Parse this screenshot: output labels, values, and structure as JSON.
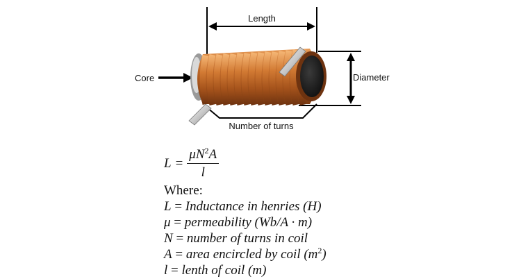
{
  "labels": {
    "length": "Length",
    "diameter": "Diameter",
    "core": "Core",
    "turns": "Number of turns"
  },
  "formula": {
    "lhs": "L",
    "equals": "=",
    "numerator_mu": "μ",
    "numerator_n": "N",
    "numerator_exp": "2",
    "numerator_a": "A",
    "denominator": "l",
    "where": "Where:"
  },
  "definitions": [
    {
      "symbol": "L",
      "text": "Inductance in henries",
      "unit": "(H)",
      "unit_sup": ""
    },
    {
      "symbol": "μ",
      "text": "permeability",
      "unit": "(Wb/A · m)",
      "unit_sup": ""
    },
    {
      "symbol": "N",
      "text": "number of turns in coil",
      "unit": "",
      "unit_sup": ""
    },
    {
      "symbol": "A",
      "text": "area encircled by coil",
      "unit": "(m",
      "unit_sup": "2",
      "unit_tail": ")"
    },
    {
      "symbol": "l",
      "text": "lenth of coil",
      "unit": "(m)",
      "unit_sup": ""
    }
  ],
  "colors": {
    "copper_dark": "#7a3a10",
    "copper_mid": "#c46a26",
    "copper_light": "#f2b072",
    "core_dark": "#1a1a1a",
    "arrow": "#000000"
  }
}
